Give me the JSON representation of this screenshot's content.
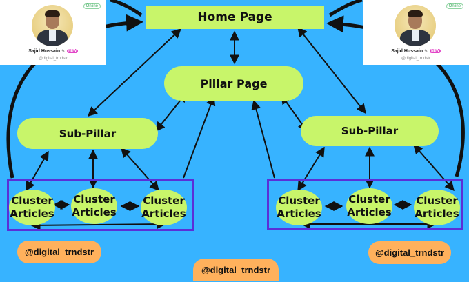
{
  "diagram": {
    "home_page": "Home Page",
    "pillar_page": "Pillar Page",
    "sub_pillar_left": "Sub-Pillar",
    "sub_pillar_right": "Sub-Pillar",
    "cluster_left": [
      {
        "line1": "Cluster",
        "line2": "Articles"
      },
      {
        "line1": "Cluster",
        "line2": "Articles"
      },
      {
        "line1": "Cluster",
        "line2": "Articles"
      }
    ],
    "cluster_right": [
      {
        "line1": "Cluster",
        "line2": "Articles"
      },
      {
        "line1": "Cluster",
        "line2": "Articles"
      },
      {
        "line1": "Cluster",
        "line2": "Articles"
      }
    ]
  },
  "profile_cards": {
    "left": {
      "status": "Online",
      "name": "Sajid Hussain",
      "new_badge": "NEW",
      "handle": "@digital_trndstr"
    },
    "right": {
      "status": "Online",
      "name": "Sajid Hussain",
      "new_badge": "NEW",
      "handle": "@digital_trndstr"
    }
  },
  "watermarks": {
    "left": "@digital_trndstr",
    "center": "@digital_trndstr",
    "right": "@digital_trndstr"
  },
  "colors": {
    "background": "#37b3ff",
    "node_fill": "#c8f56a",
    "group_border": "#5b2fd8",
    "tag_fill": "#ffb15c"
  }
}
